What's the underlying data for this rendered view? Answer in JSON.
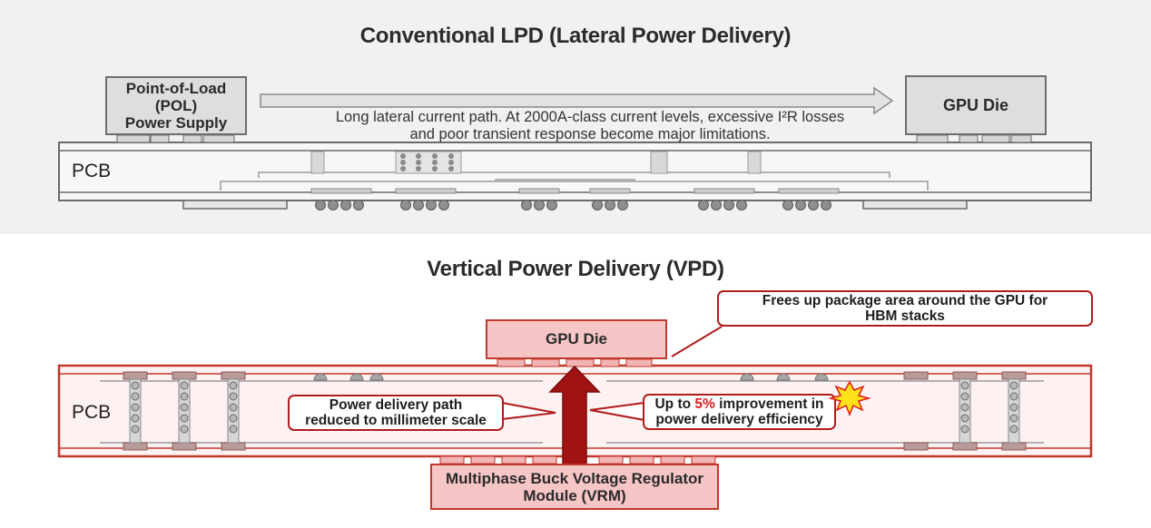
{
  "lpd": {
    "title": "Conventional LPD (Lateral Power Delivery)",
    "pol_box": {
      "line1": "Point-of-Load",
      "line2": "(POL)",
      "line3": "Power Supply"
    },
    "gpu_label": "GPU Die",
    "pcb_label": "PCB",
    "note_line1": "Long lateral current path. At 2000A-class current levels, excessive I²R losses",
    "note_line2": "and poor transient response become major limitations."
  },
  "vpd": {
    "title": "Vertical Power Delivery (VPD)",
    "gpu_label": "GPU Die",
    "pcb_label": "PCB",
    "vrm_line1": "Multiphase Buck Voltage Regulator",
    "vrm_line2": "Module (VRM)",
    "callout_area_line1": "Frees up package area around the GPU for",
    "callout_area_line2": "HBM stacks",
    "callout_path_line1": "Power delivery path",
    "callout_path_line2": "reduced to millimeter scale",
    "callout_eff_prefix": "Up to ",
    "callout_eff_pct": "5%",
    "callout_eff_suffix": " improvement in",
    "callout_eff_line2": "power delivery efficiency"
  },
  "colors": {
    "lpd_fill": "#dedede",
    "lpd_stroke": "#6d6d6d",
    "vpd_fill": "#f6c5c5",
    "vpd_stroke": "#c0392b",
    "arrow_red": "#a11212",
    "accent_red": "#d81e1e",
    "starburst": "#ffe21a"
  },
  "icons": [
    "right-arrow-icon",
    "up-arrow-icon",
    "starburst-icon"
  ]
}
